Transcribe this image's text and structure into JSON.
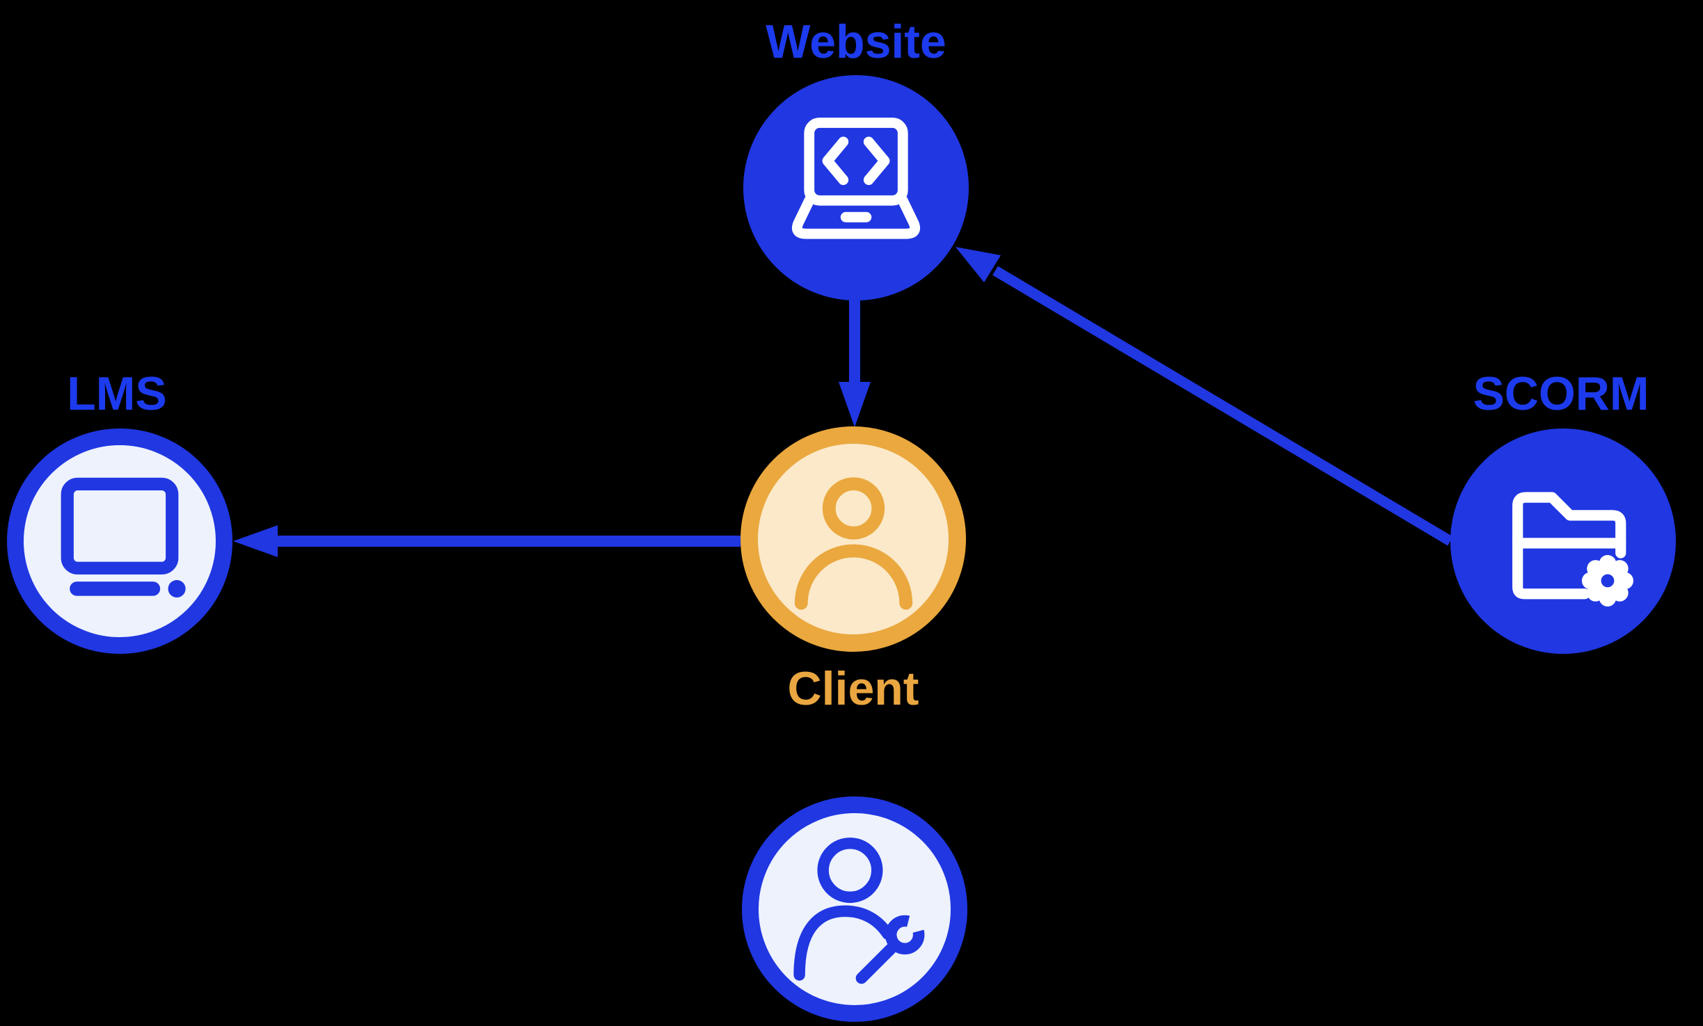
{
  "diagram": {
    "background_color": "#000000",
    "colors": {
      "primary_blue": "#2037e2",
      "label_blue": "#1d3bee",
      "accent_orange": "#eaa83e",
      "orange_fill": "#fbe9c9",
      "light_fill": "#edf2fd",
      "icon_white": "#ffffff"
    },
    "nodes": [
      {
        "id": "website",
        "label": "Website",
        "icon": "laptop-code-icon",
        "style": "solid-blue",
        "label_position": "above"
      },
      {
        "id": "lms",
        "label": "LMS",
        "icon": "desktop-computer-icon",
        "style": "light-blue",
        "label_position": "above"
      },
      {
        "id": "client",
        "label": "Client",
        "icon": "person-icon",
        "style": "light-orange",
        "label_position": "below"
      },
      {
        "id": "scorm",
        "label": "SCORM",
        "icon": "folder-gear-icon",
        "style": "solid-blue",
        "label_position": "above"
      },
      {
        "id": "support",
        "label": "",
        "icon": "person-wrench-icon",
        "style": "light-blue",
        "label_position": "none"
      }
    ],
    "edges": [
      {
        "from": "website",
        "to": "client",
        "arrowhead": "to"
      },
      {
        "from": "client",
        "to": "lms",
        "arrowhead": "to"
      },
      {
        "from": "scorm",
        "to": "website",
        "arrowhead": "to"
      }
    ]
  }
}
